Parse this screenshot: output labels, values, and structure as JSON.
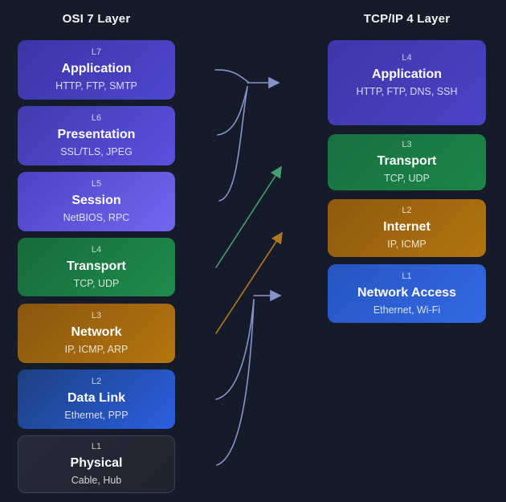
{
  "background": "#161b29",
  "osi": {
    "title": "OSI 7 Layer",
    "layers": [
      {
        "level": "L7",
        "name": "Application",
        "protocols": "HTTP, FTP, SMTP",
        "colors": {
          "from": "#3a35a5",
          "to": "#4e47cf"
        }
      },
      {
        "level": "L6",
        "name": "Presentation",
        "protocols": "SSL/TLS, JPEG",
        "colors": {
          "from": "#413baf",
          "to": "#5951dd"
        }
      },
      {
        "level": "L5",
        "name": "Session",
        "protocols": "NetBIOS, RPC",
        "colors": {
          "from": "#4a43c4",
          "to": "#7069ee"
        }
      },
      {
        "level": "L4",
        "name": "Transport",
        "protocols": "TCP, UDP",
        "colors": {
          "from": "#166b3b",
          "to": "#1f8c4b"
        }
      },
      {
        "level": "L3",
        "name": "Network",
        "protocols": "IP, ICMP, ARP",
        "colors": {
          "from": "#8a560f",
          "to": "#b4760e"
        }
      },
      {
        "level": "L2",
        "name": "Data Link",
        "protocols": "Ethernet, PPP",
        "colors": {
          "from": "#1c4080",
          "to": "#2b5fe0"
        }
      },
      {
        "level": "L1",
        "name": "Physical",
        "protocols": "Cable, Hub",
        "colors": {
          "from": "#262a39",
          "to": "#20232f",
          "border": "#3d4357"
        }
      }
    ]
  },
  "tcpip": {
    "title": "TCP/IP 4 Layer",
    "layers": [
      {
        "level": "L4",
        "name": "Application",
        "protocols": "HTTP, FTP, DNS, SSH",
        "colors": {
          "from": "#3d37a9",
          "to": "#4a43c6"
        }
      },
      {
        "level": "L3",
        "name": "Transport",
        "protocols": "TCP, UDP",
        "colors": {
          "from": "#177040",
          "to": "#1d8548"
        }
      },
      {
        "level": "L2",
        "name": "Internet",
        "protocols": "IP, ICMP",
        "colors": {
          "from": "#90590e",
          "to": "#b1750f"
        }
      },
      {
        "level": "L1",
        "name": "Network Access",
        "protocols": "Ethernet, Wi-Fi",
        "colors": {
          "from": "#2556c0",
          "to": "#3468e4"
        }
      }
    ]
  },
  "arrows": {
    "mapping_color": "#8794cb",
    "transport_color": "#44a071",
    "network_color": "#b0791f"
  }
}
